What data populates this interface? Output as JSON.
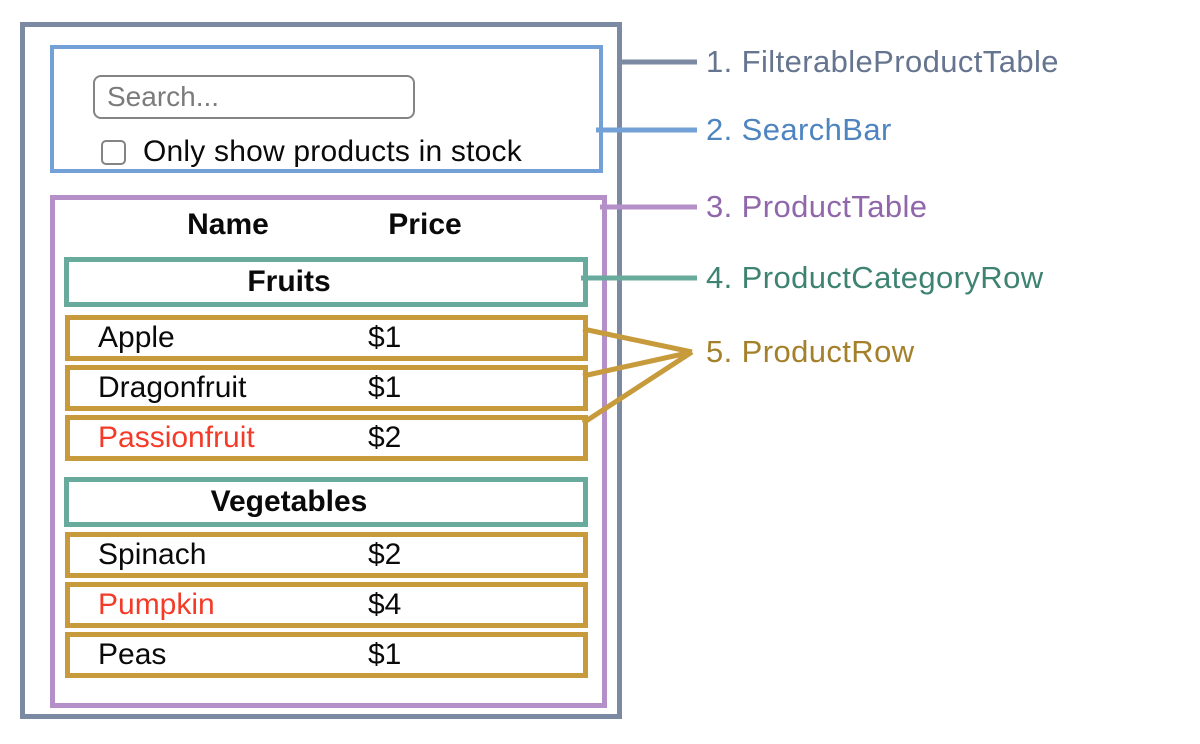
{
  "colors": {
    "filterable_product_table_line": "#7b89a3",
    "filterable_product_table_text": "#66758f",
    "search_bar_line": "#73a1d7",
    "search_bar_text": "#4e84c0",
    "product_table_line": "#b58fc8",
    "product_table_text": "#9067ab",
    "product_category_row_line": "#68aa9c",
    "product_category_row_text": "#3e8371",
    "product_row_line": "#c79a3b",
    "product_row_text": "#a5802b",
    "out_of_stock_name_text": "#f43b28",
    "table_text": "#0a0a0a",
    "input_border": "#848484",
    "placeholder_text": "#7b7b7b"
  },
  "search_bar": {
    "placeholder": "Search...",
    "checkbox_label": "Only show products in stock",
    "checkbox_checked": false
  },
  "table": {
    "name_header": "Name",
    "price_header": "Price",
    "sections": [
      {
        "category": "Fruits",
        "rows": [
          {
            "name": "Apple",
            "price": "$1",
            "name_red": false
          },
          {
            "name": "Dragonfruit",
            "price": "$1",
            "name_red": false
          },
          {
            "name": "Passionfruit",
            "price": "$2",
            "name_red": true
          }
        ]
      },
      {
        "category": "Vegetables",
        "rows": [
          {
            "name": "Spinach",
            "price": "$2",
            "name_red": false
          },
          {
            "name": "Pumpkin",
            "price": "$4",
            "name_red": true
          },
          {
            "name": "Peas",
            "price": "$1",
            "name_red": false
          }
        ]
      }
    ]
  },
  "legend": {
    "items": [
      {
        "label": "1. FilterableProductTable"
      },
      {
        "label": "2. SearchBar"
      },
      {
        "label": "3. ProductTable"
      },
      {
        "label": "4. ProductCategoryRow"
      },
      {
        "label": "5. ProductRow"
      }
    ]
  }
}
